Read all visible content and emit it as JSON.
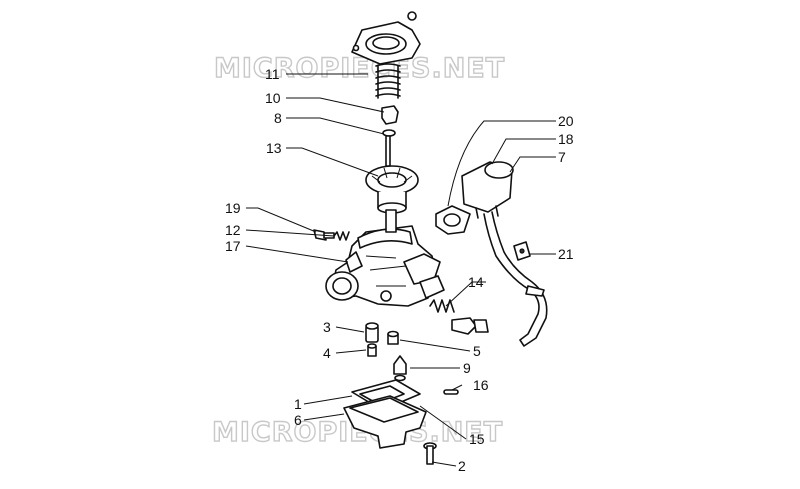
{
  "watermark": {
    "text": "MICROPIECES.NET"
  },
  "callouts": [
    {
      "id": "c11",
      "label": "11"
    },
    {
      "id": "c10",
      "label": "10"
    },
    {
      "id": "c8",
      "label": "8"
    },
    {
      "id": "c13",
      "label": "13"
    },
    {
      "id": "c19",
      "label": "19"
    },
    {
      "id": "c12",
      "label": "12"
    },
    {
      "id": "c17",
      "label": "17"
    },
    {
      "id": "c20",
      "label": "20"
    },
    {
      "id": "c18",
      "label": "18"
    },
    {
      "id": "c7",
      "label": "7"
    },
    {
      "id": "c21",
      "label": "21"
    },
    {
      "id": "c14",
      "label": "14"
    },
    {
      "id": "c3",
      "label": "3"
    },
    {
      "id": "c4",
      "label": "4"
    },
    {
      "id": "c5",
      "label": "5"
    },
    {
      "id": "c9",
      "label": "9"
    },
    {
      "id": "c16",
      "label": "16"
    },
    {
      "id": "c1",
      "label": "1"
    },
    {
      "id": "c6",
      "label": "6"
    },
    {
      "id": "c15",
      "label": "15"
    },
    {
      "id": "c2",
      "label": "2"
    }
  ]
}
